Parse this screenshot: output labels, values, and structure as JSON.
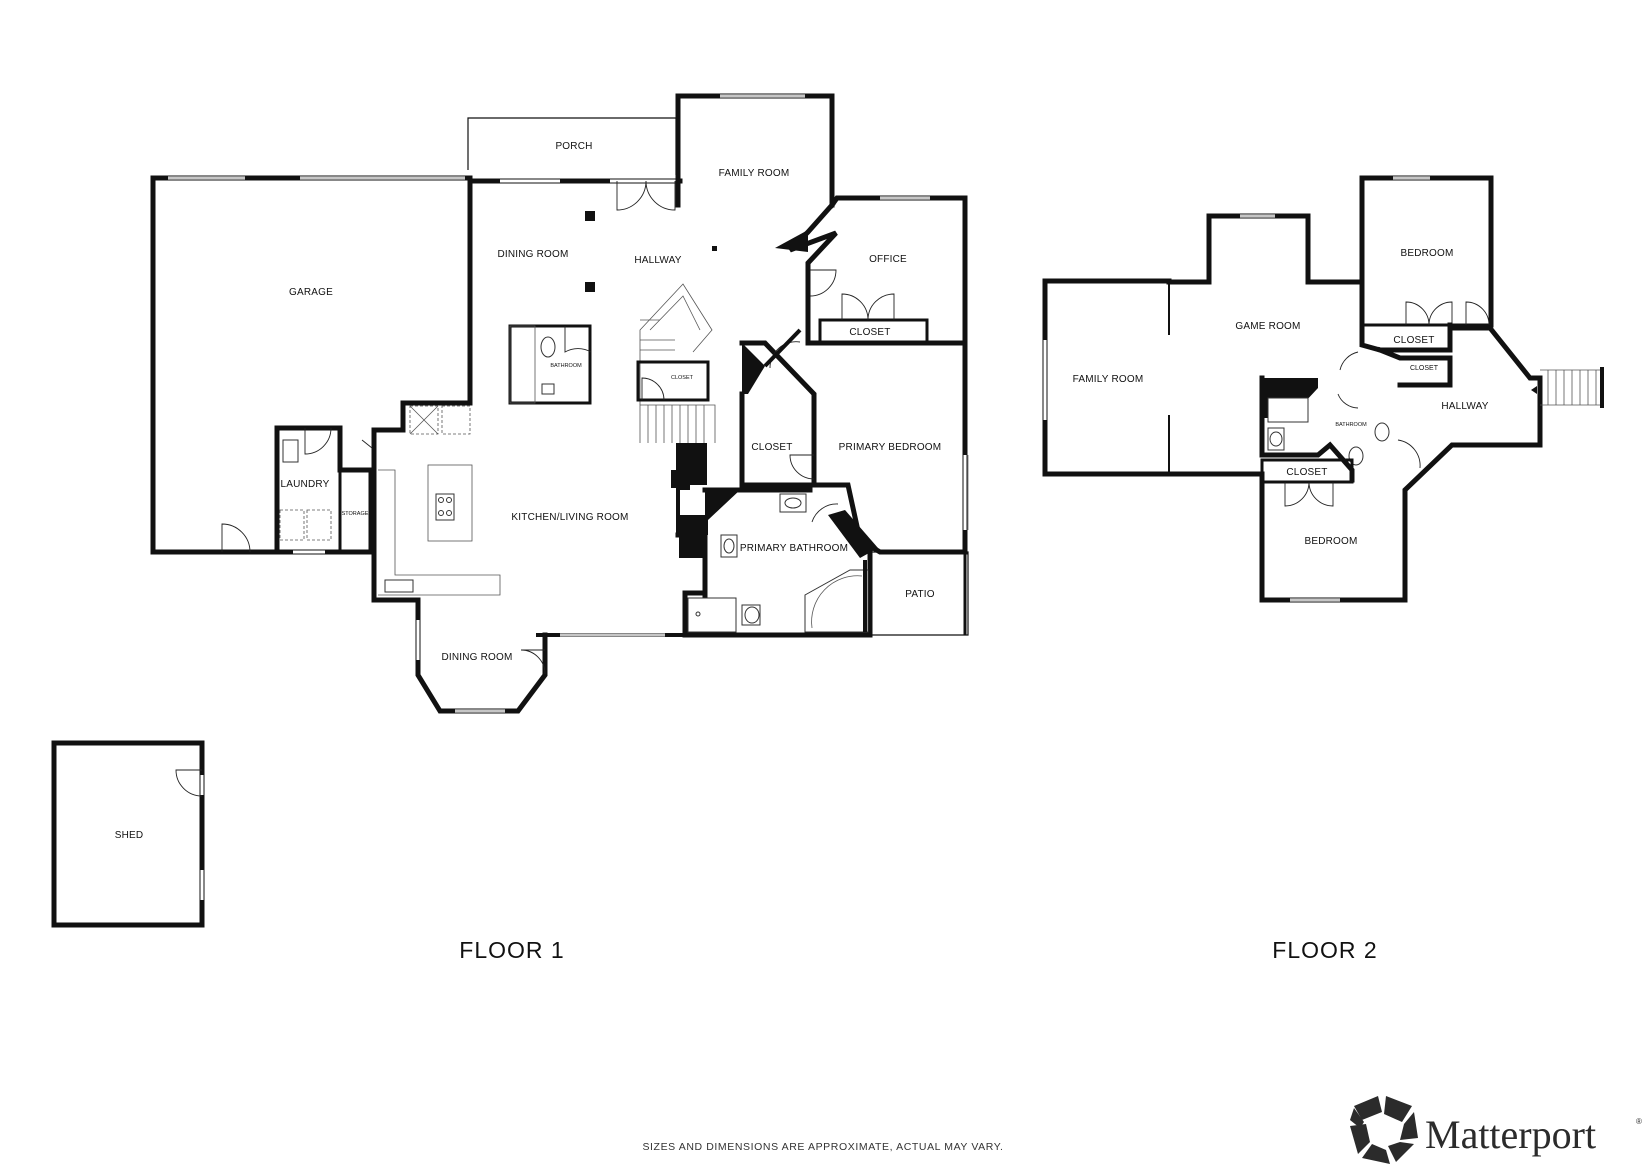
{
  "floor1": {
    "title": "FLOOR 1",
    "rooms": {
      "porch": "PORCH",
      "family_room": "FAMILY ROOM",
      "dining_room_top": "DINING ROOM",
      "hallway": "HALLWAY",
      "office": "OFFICE",
      "garage": "GARAGE",
      "closet_office": "CLOSET",
      "bathroom": "BATHROOM",
      "closet_stair": "CLOSET",
      "laundry": "LAUNDRY",
      "storage": "STORAGE",
      "kitchen_living": "KITCHEN/LIVING ROOM",
      "closet_hall": "CLOSET",
      "primary_bedroom": "PRIMARY BEDROOM",
      "primary_bathroom": "PRIMARY BATHROOM",
      "patio": "PATIO",
      "dining_room_bottom": "DINING ROOM",
      "shed": "SHED"
    }
  },
  "floor2": {
    "title": "FLOOR 2",
    "rooms": {
      "bedroom_top": "BEDROOM",
      "game_room": "GAME ROOM",
      "closet_a": "CLOSET",
      "closet_b": "CLOSET",
      "family_room": "FAMILY ROOM",
      "hallway": "HALLWAY",
      "bathroom": "BATHROOM",
      "closet_c": "CLOSET",
      "bedroom_bottom": "BEDROOM"
    }
  },
  "footer": {
    "disclaimer": "SIZES AND DIMENSIONS ARE APPROXIMATE, ACTUAL MAY VARY.",
    "brand": "Matterport",
    "brand_mark": "®"
  }
}
